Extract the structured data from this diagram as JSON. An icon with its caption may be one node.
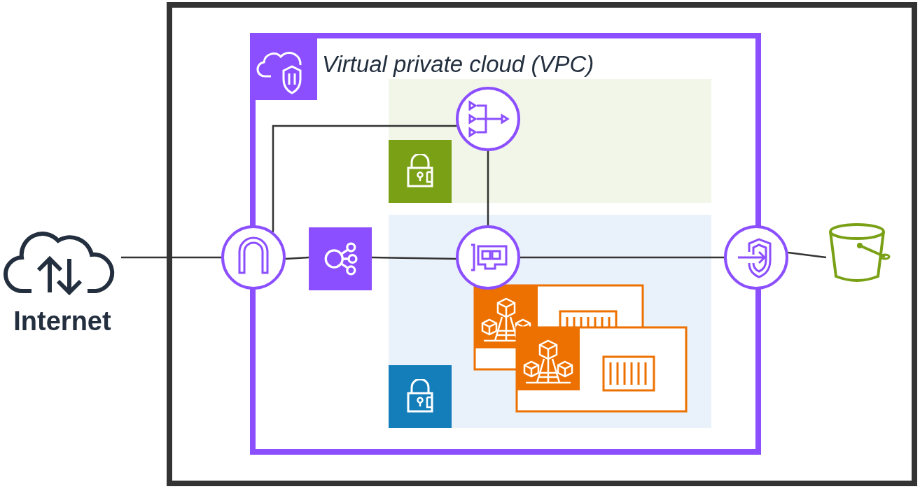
{
  "diagram": {
    "nodes": [
      {
        "text": [],
        "shape": "box"
      },
      {
        "text": [
          "Virtual private cloud (VPC)"
        ],
        "in": 0
      },
      {
        "text": [],
        "shape": "box",
        "in": 1
      },
      {
        "text": [],
        "shape": "box",
        "in": 1
      },
      {
        "text": [
          "Internet"
        ]
      },
      {
        "text": [],
        "shape": "circle",
        "in": 0
      },
      {
        "text": [],
        "shape": "box",
        "in": 1
      },
      {
        "text": [],
        "shape": "circle",
        "in": 2
      },
      {
        "text": [],
        "shape": "circle",
        "in": 3
      },
      {
        "text": [],
        "shape": "circle",
        "in": 0
      },
      {
        "text": [],
        "shape": "bucket",
        "in": 0
      }
    ],
    "edges": [
      {
        "from": 4,
        "to": 5,
        "arrow": "none"
      },
      {
        "from": 5,
        "to": 6,
        "arrow": "none"
      },
      {
        "from": 6,
        "to": 8,
        "arrow": "none"
      },
      {
        "from": 8,
        "to": 9,
        "arrow": "none"
      },
      {
        "from": 9,
        "to": 10,
        "arrow": "none"
      },
      {
        "from": 5,
        "to": 7,
        "arrow": "none"
      },
      {
        "from": 7,
        "to": 8,
        "arrow": "none"
      }
    ]
  }
}
